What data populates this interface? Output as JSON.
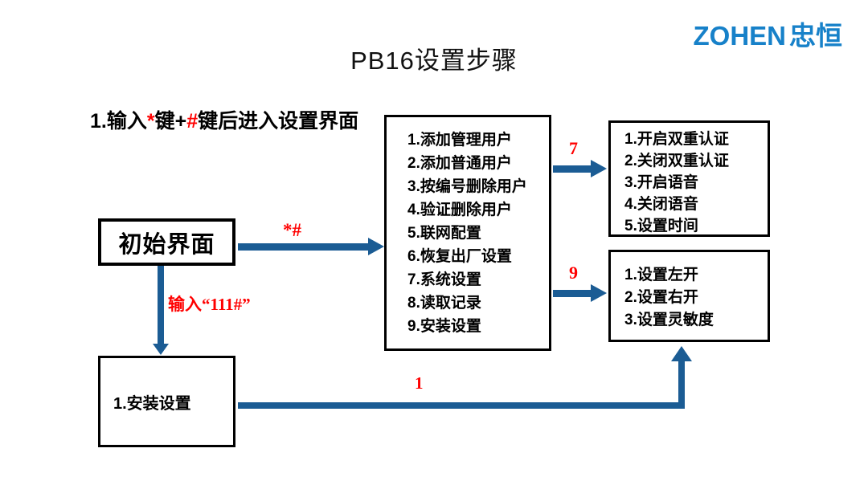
{
  "page": {
    "title": "PB16设置步骤"
  },
  "logo": {
    "text_en": "ZOHEN",
    "text_cn": "忠恒"
  },
  "instruction": {
    "part1": "1.输入",
    "star": "*",
    "part2": "键+",
    "hash": "#",
    "part3": "键后进入设置界面"
  },
  "boxes": {
    "initial": {
      "label": "初始界面"
    },
    "main_menu": {
      "items": [
        "1.添加管理用户",
        "2.添加普通用户",
        "3.按编号删除用户",
        "4.验证删除用户",
        "5.联网配置",
        "6.恢复出厂设置",
        "7.系统设置",
        "8.读取记录",
        "9.安装设置"
      ]
    },
    "system_settings": {
      "items": [
        "1.开启双重认证",
        "2.关闭双重认证",
        "3.开启语音",
        "4.关闭语音",
        "5.设置时间"
      ]
    },
    "install_settings": {
      "items": [
        "1.设置左开",
        "2.设置右开",
        "3.设置灵敏度"
      ]
    },
    "install_entry": {
      "label": "1.安装设置"
    }
  },
  "arrow_labels": {
    "star_hash": "*#",
    "input_111": "输入“111#”",
    "seven": "7",
    "nine": "9",
    "one": "1"
  },
  "colors": {
    "arrow_blue": "#1b5c94",
    "label_red": "#ff0000",
    "logo_blue": "#1781c9",
    "box_border": "#000000"
  }
}
